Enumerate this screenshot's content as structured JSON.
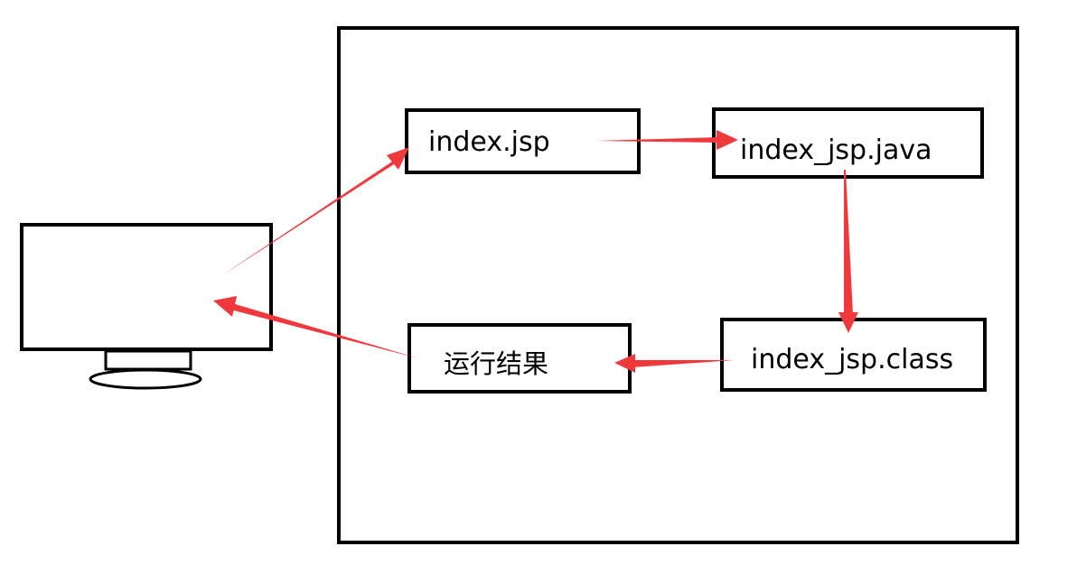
{
  "colors": {
    "stroke": "#000000",
    "arrow": "#f0393d",
    "background": "#ffffff"
  },
  "nodes": {
    "jsp": {
      "label": "index.jsp"
    },
    "java": {
      "label": "index_jsp.java"
    },
    "class": {
      "label": "index_jsp.class"
    },
    "result": {
      "label": "运行结果"
    }
  },
  "icons": {
    "client": "monitor-icon"
  }
}
